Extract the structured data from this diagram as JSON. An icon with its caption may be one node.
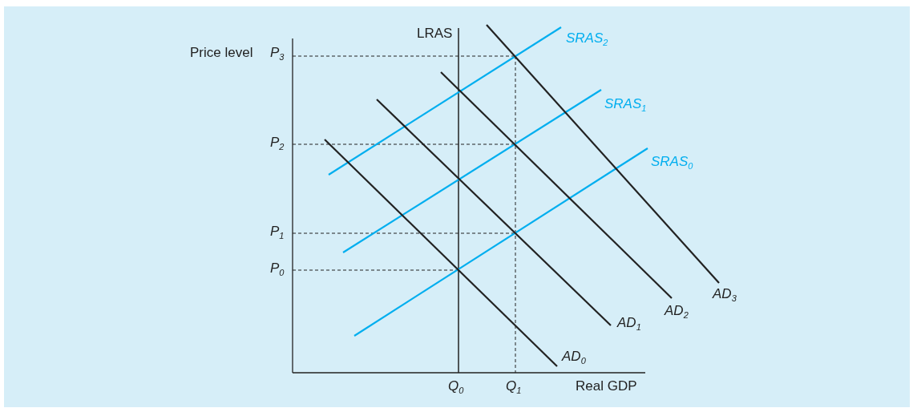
{
  "diagram": {
    "labels": [
      "LRAS",
      "SRAS$_{2}$",
      "Price level",
      "P$_{3}$",
      "SRAS$_{1}$",
      "P$_{2}$",
      "SRAS$_{0}$",
      "P$_{1}$",
      "P$_{0}$",
      "AD$_{3}$",
      "AD$_{2}$",
      "AD$_{1}$",
      "AD$_{0}$",
      "Q$_{0}$",
      "Q$_{1}$",
      "Real GDP"
    ]
  }
}
